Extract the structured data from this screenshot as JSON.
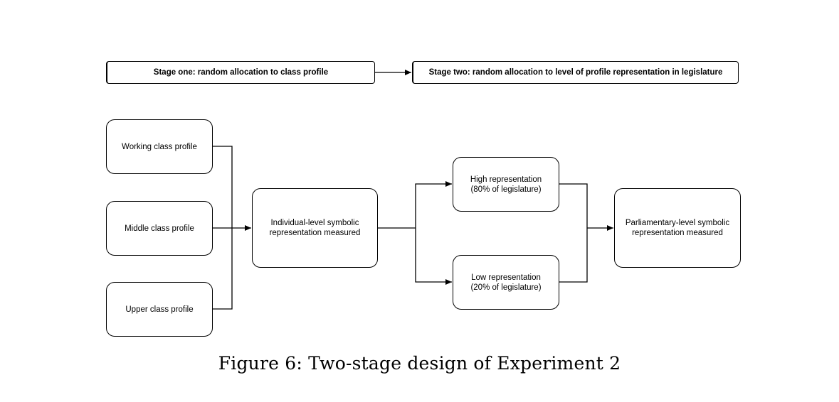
{
  "stages": {
    "one": "Stage one: random allocation to class profile",
    "two": "Stage two: random allocation to level of profile representation in legislature"
  },
  "profiles": {
    "working": "Working class profile",
    "middle": "Middle class profile",
    "upper": "Upper class profile"
  },
  "individual": "Individual-level symbolic\nrepresentation measured",
  "representation": {
    "high": "High representation\n(80% of legislature)",
    "low": "Low representation\n(20% of legislature)"
  },
  "parliamentary": "Parliamentary-level symbolic\nrepresentation measured",
  "caption": "Figure 6: Two-stage design of Experiment 2"
}
